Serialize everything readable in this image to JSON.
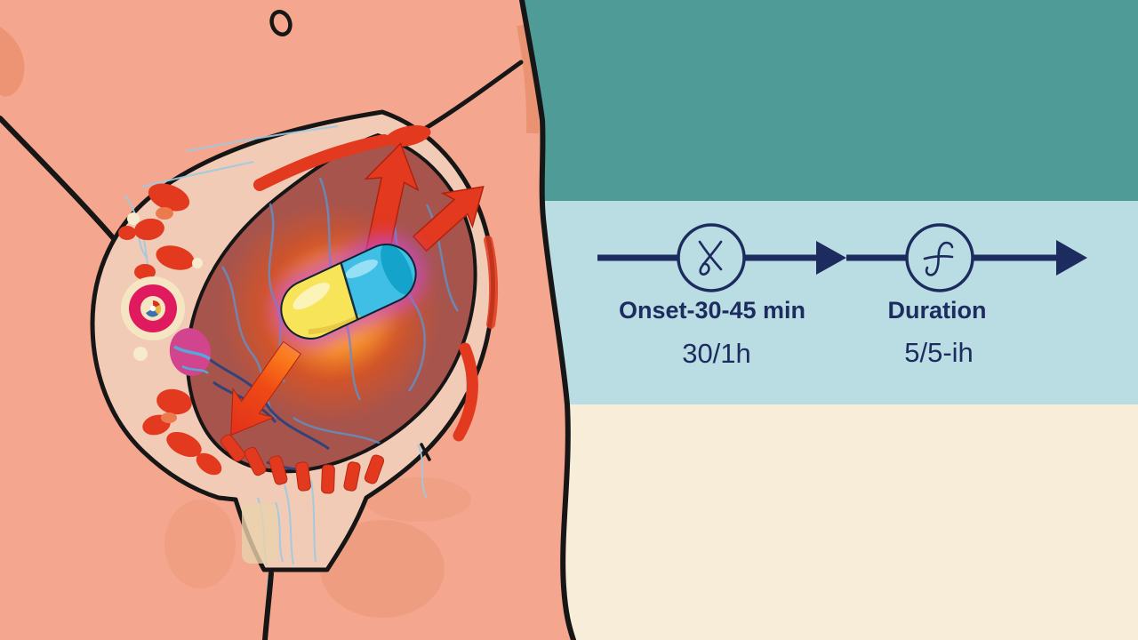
{
  "timeline": {
    "steps": [
      {
        "label": "Onset-30-45 min",
        "value": "30/1h",
        "icon": "clock-onset-icon"
      },
      {
        "label": "Duration",
        "value": "5/5-ih",
        "icon": "clock-duration-icon"
      }
    ]
  },
  "illustration": {
    "icons": [
      "pill-capsule-icon",
      "absorption-arrow-up-icon",
      "absorption-arrow-diagonal-icon",
      "absorption-arrow-down-left-icon",
      "ovary-cross-section-icon",
      "navel-icon"
    ]
  },
  "colors": {
    "teal_band": "#4E9B97",
    "blue_band": "#BADCE3",
    "cream_band": "#F8EDD8",
    "skin": "#F4A78E",
    "skin_shadow": "#E8936F",
    "outline": "#161616",
    "organ_wall": "#F2CBB6",
    "organ_cavity": "#A7544D",
    "arrow_red": "#E2391F",
    "pill_yellow": "#F7E459",
    "pill_cyan": "#3FBEE6",
    "pill_cap_teal": "#14A3CA",
    "glow_orange": "#FF8A1E",
    "glow_purple": "#C44BE0",
    "vein_blue": "#5E93CC",
    "vein_dark": "#27427E",
    "accent_magenta": "#E01A5E",
    "timeline_navy": "#1C2C5E"
  }
}
